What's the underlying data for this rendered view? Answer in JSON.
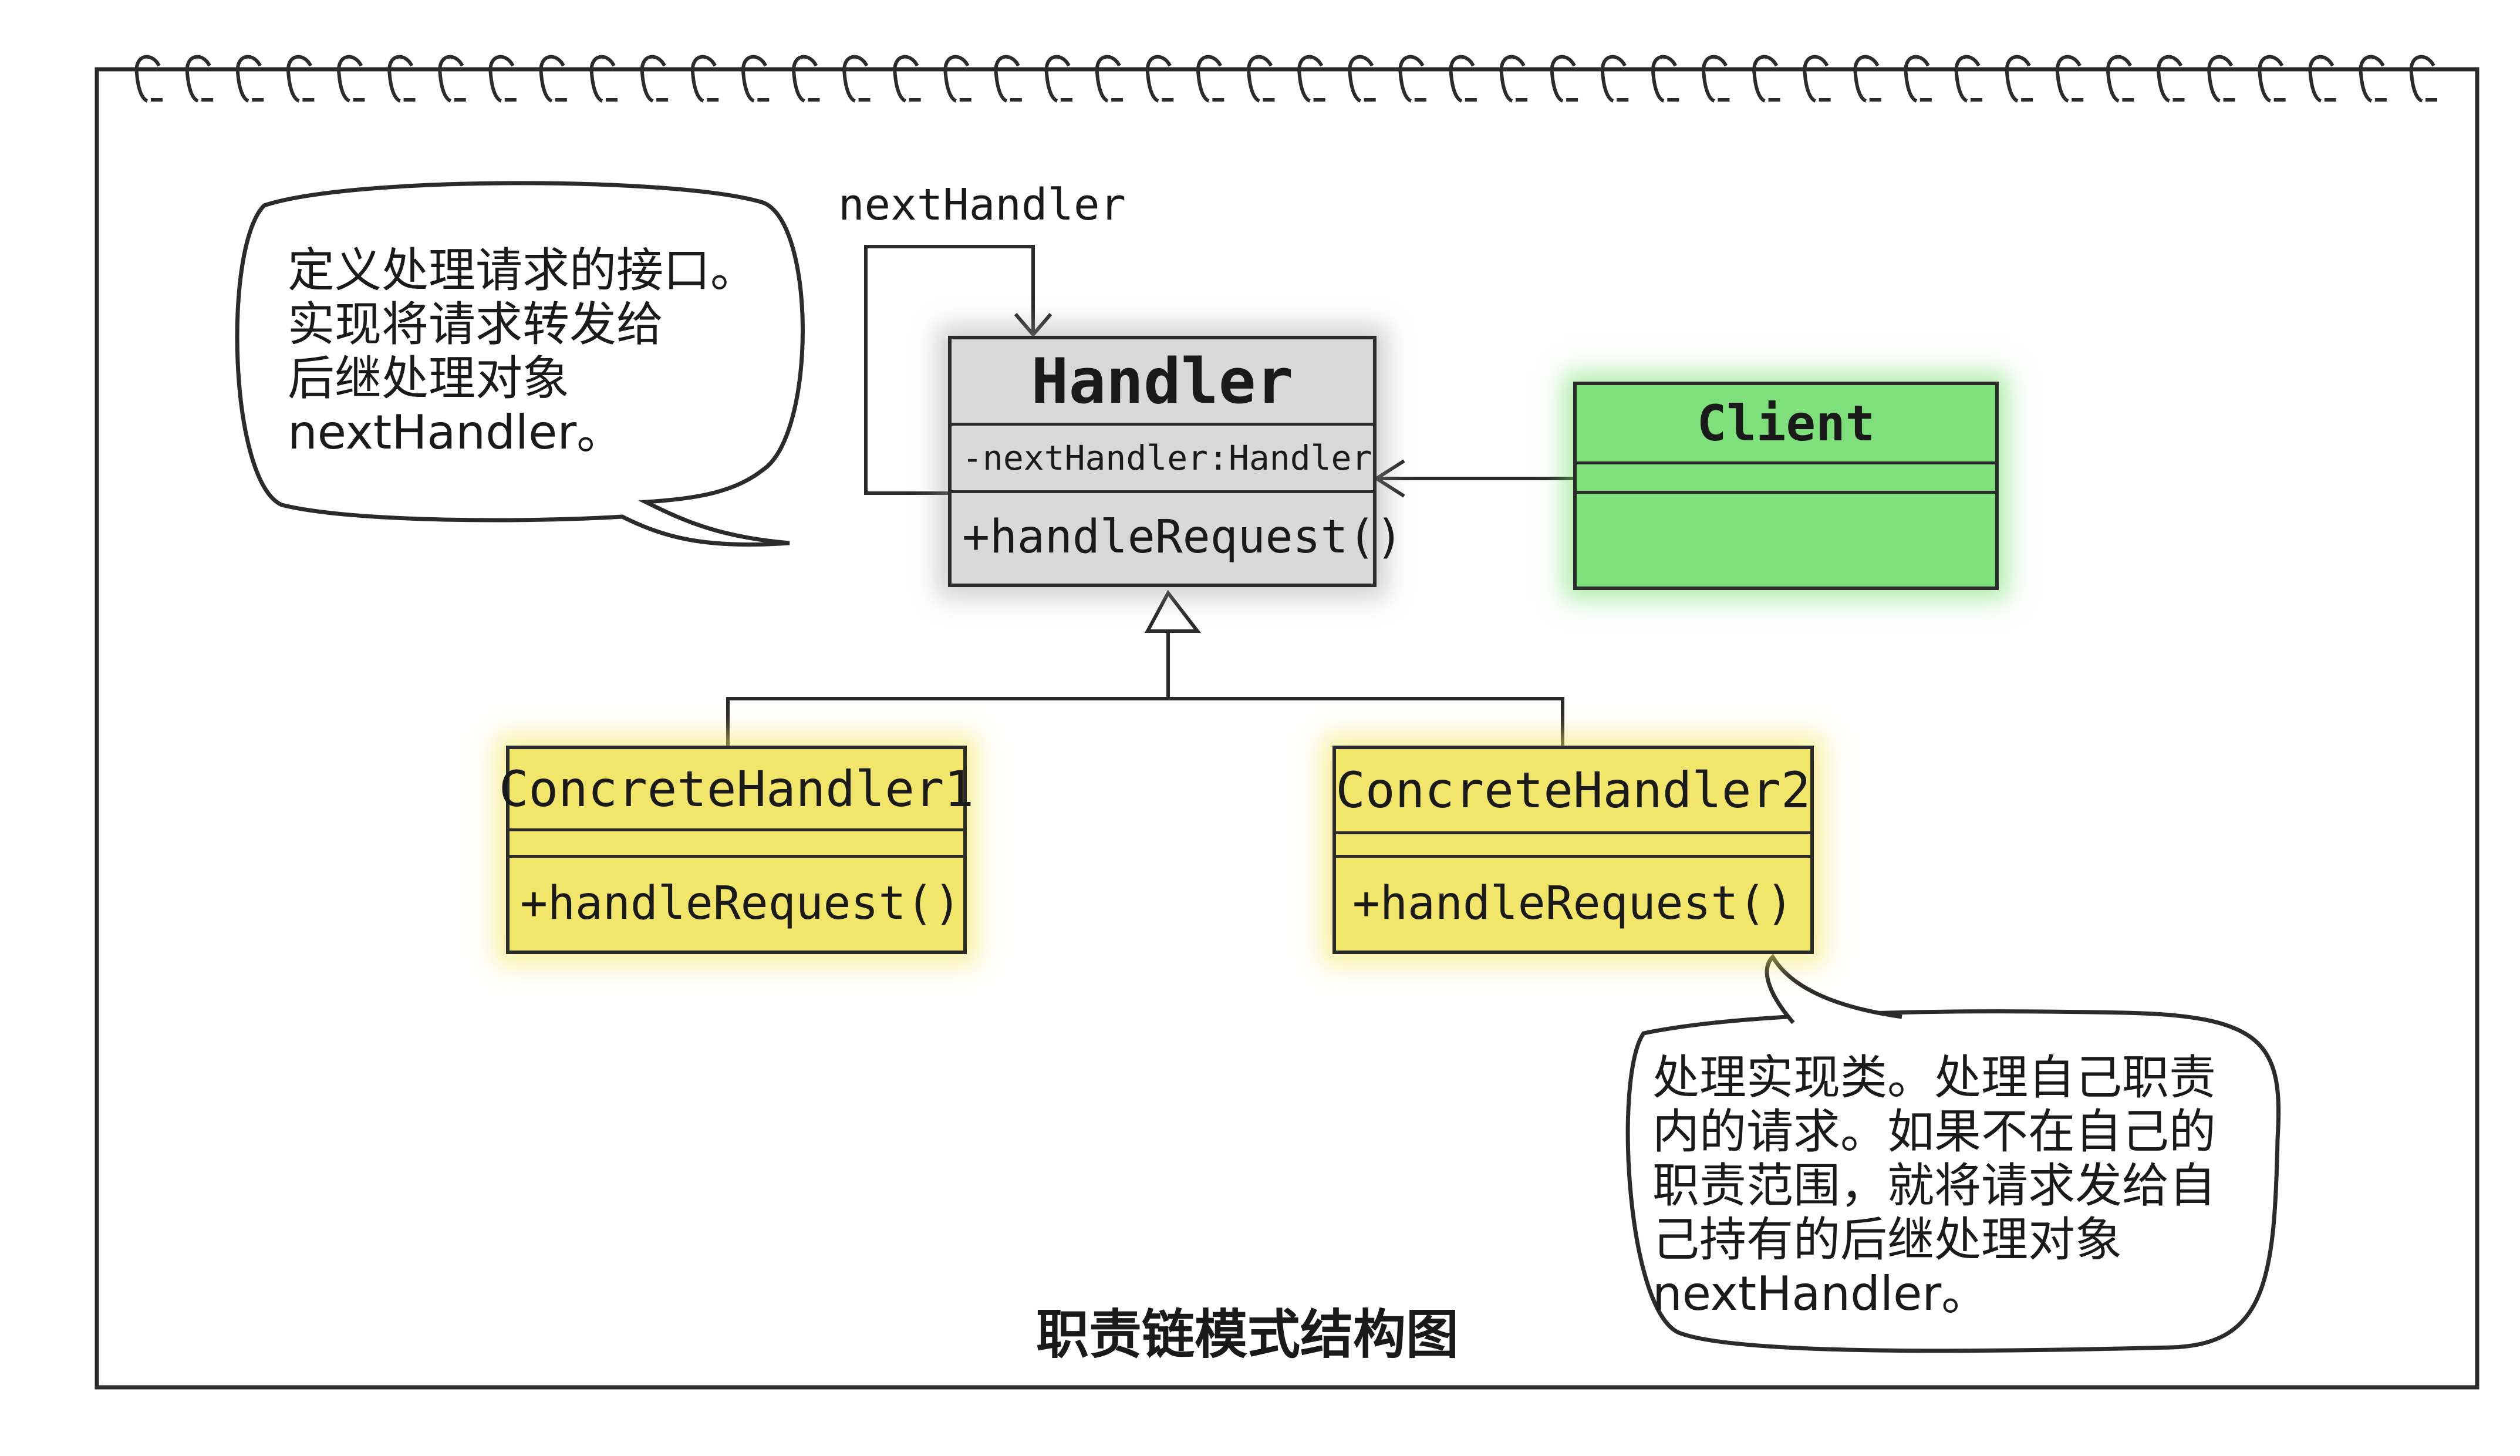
{
  "diagram": {
    "caption": "职责链模式结构图",
    "self_loop_label": "nextHandler",
    "handler": {
      "name": "Handler",
      "attribute": "-nextHandler:Handler",
      "method": "+handleRequest()"
    },
    "client": {
      "name": "Client"
    },
    "concrete1": {
      "name": "ConcreteHandler1",
      "method": "+handleRequest()"
    },
    "concrete2": {
      "name": "ConcreteHandler2",
      "method": "+handleRequest()"
    },
    "note_handler": {
      "lines": [
        "定义处理请求的接口。",
        "实现将请求转发给",
        "后继处理对象",
        "nextHandler。"
      ]
    },
    "note_concrete": {
      "lines": [
        "处理实现类。处理自己职责",
        "内的请求。如果不在自己的",
        "职责范围，就将请求发给自",
        "己持有的后继处理对象",
        "nextHandler。"
      ]
    }
  },
  "colors": {
    "handler_fill": "#d8d8d8",
    "client_fill": "#7ee07a",
    "concrete_fill": "#f2e66a",
    "ink": "#2b2b2b"
  }
}
